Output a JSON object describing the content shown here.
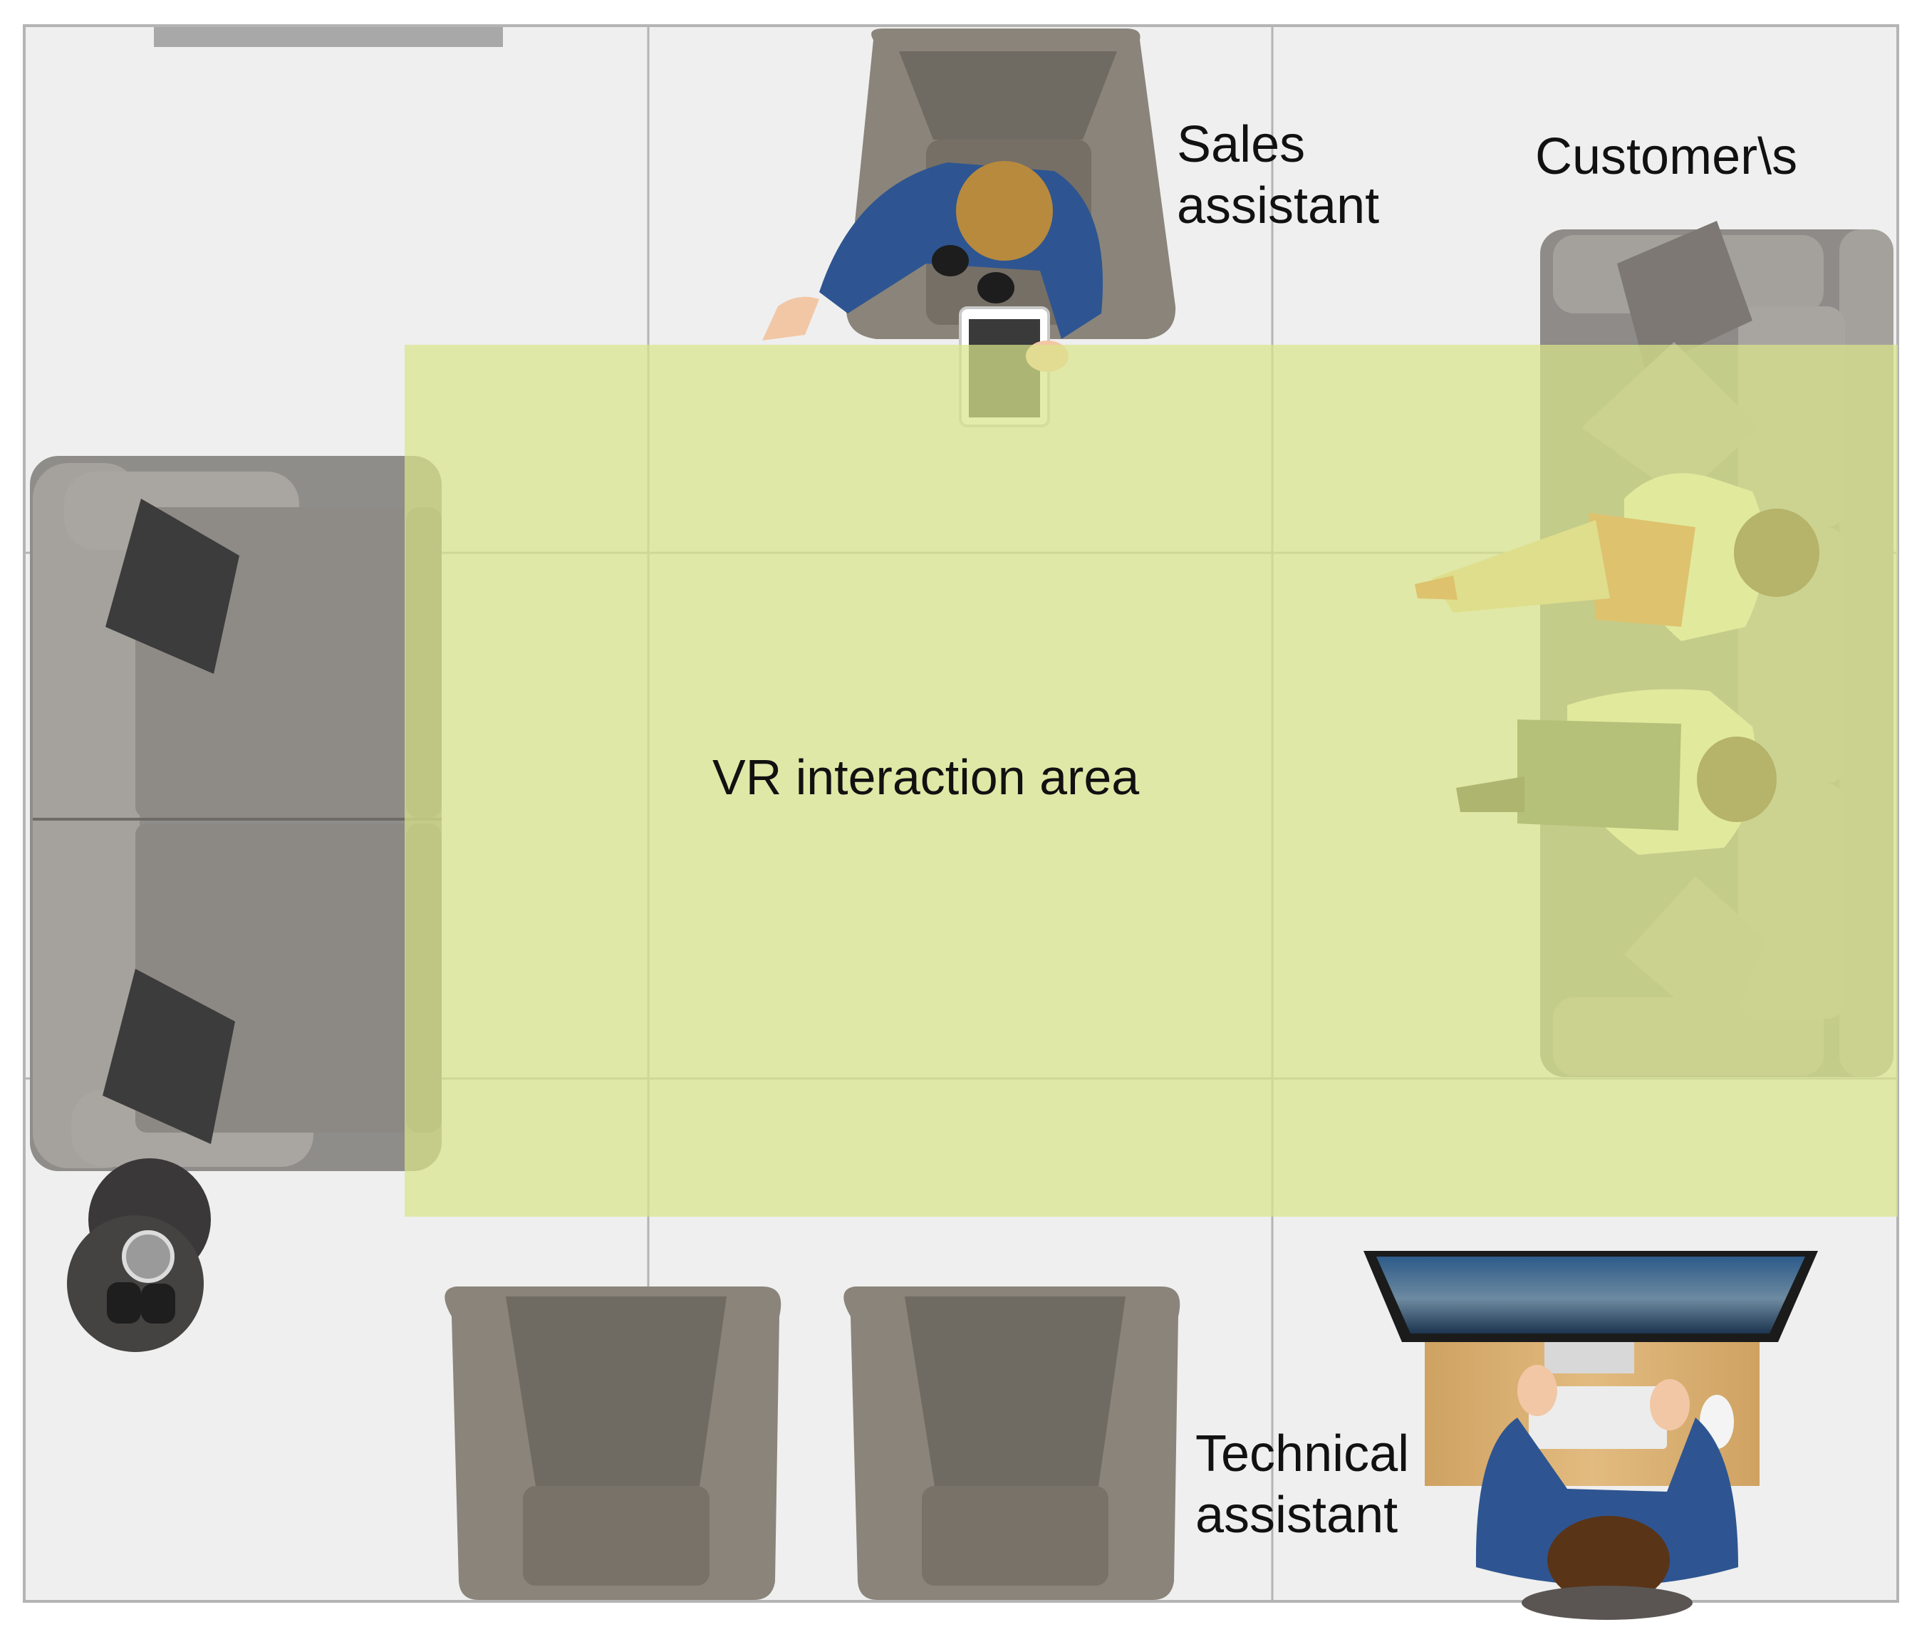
{
  "labels": {
    "sales_assistant": [
      "Sales",
      "assistant"
    ],
    "customers": "Customer\\s",
    "vr_area": "VR interaction area",
    "technical_assistant": [
      "Technical",
      "assistant"
    ]
  },
  "colors": {
    "floor": "#efefef",
    "grid_line": "#b4b4b4",
    "vr_zone": "#d9e48a",
    "sofa": "#8f8d8a",
    "armchair": "#878178",
    "suit": "#2e5591",
    "skin": "#f2c7a5",
    "hair_light": "#b88a3d",
    "hair_dark": "#5a3417",
    "desk": "#d8b070",
    "screen": "#1c3d63",
    "orange": "#e86a22"
  },
  "icons": [
    "sofa-icon",
    "armchair-icon",
    "person-icon",
    "tablet-icon",
    "computer-icon",
    "side-table-icon"
  ]
}
